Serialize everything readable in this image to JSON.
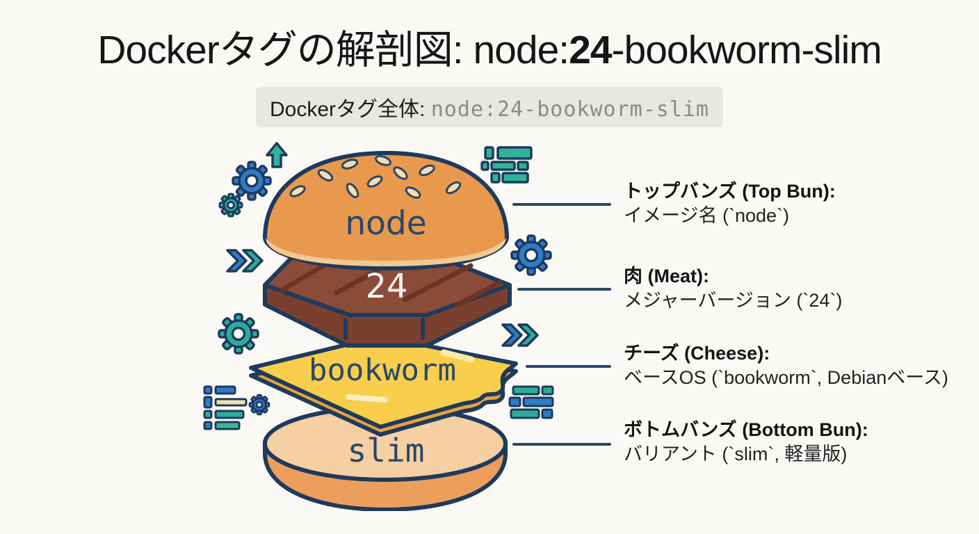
{
  "title": {
    "prefix": "Dockerタグの解剖図: node:",
    "version_bold": "24",
    "suffix": "-bookworm-slim"
  },
  "subtitle": {
    "label": "Dockerタグ全体:",
    "code": "node:24-bookworm-slim"
  },
  "burger": {
    "layers": [
      {
        "name": "top-bun",
        "label": "node"
      },
      {
        "name": "meat",
        "label": "24"
      },
      {
        "name": "cheese",
        "label": "bookworm"
      },
      {
        "name": "bottom-bun",
        "label": "slim"
      }
    ]
  },
  "annotations": [
    {
      "title": "トップバンズ (Top Bun):",
      "desc": "イメージ名 (`node`)"
    },
    {
      "title": "肉 (Meat):",
      "desc": "メジャーバージョン (`24`)"
    },
    {
      "title": "チーズ (Cheese):",
      "desc": "ベースOS (`bookworm`, Debianベース)"
    },
    {
      "title": "ボトムバンズ (Bottom Bun):",
      "desc": "バリアント (`slim`, 軽量版)"
    }
  ],
  "icons": [
    "up-arrow-icon",
    "gear-icon",
    "small-gear-icon",
    "code-block-icon",
    "double-chevron-icon",
    "list-code-icon"
  ],
  "colors": {
    "background": "#FAF9F6",
    "outline_navy": "#1E3A5C",
    "bun_orange": "#E8994E",
    "bun_light_band": "#F4C893",
    "seed": "#F7DCAC",
    "meat_top": "#8A4B38",
    "meat_front": "#79402F",
    "grill_mark": "#6B3425",
    "cheese_top": "#F9CE4D",
    "cheese_side": "#E8A33D",
    "cheese_highlight": "#FBE9A6",
    "bottom_bun_top": "#F6CFA2",
    "bottom_bun_front": "#EC9E5D",
    "icon_blue": "#2E7BC7",
    "icon_teal": "#2BAD9B",
    "icon_green": "#3BB88F",
    "icon_cream": "#EFE3B0",
    "subtitle_bg": "#E9E7E3",
    "subtitle_code_gray": "#8A8A8A",
    "label_white": "#F7F3EE"
  }
}
